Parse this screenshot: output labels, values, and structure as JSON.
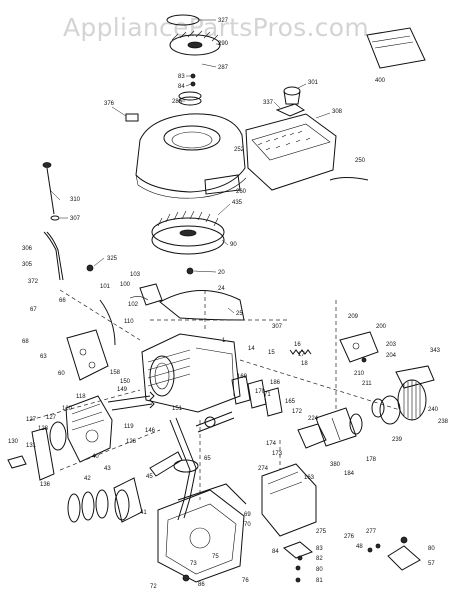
{
  "watermark": "AppliancePartsPros.com",
  "parts": [
    {
      "id": "p327",
      "label": "327"
    },
    {
      "id": "p290",
      "label": "290"
    },
    {
      "id": "p287",
      "label": "287"
    },
    {
      "id": "p83",
      "label": "83"
    },
    {
      "id": "p84",
      "label": "84"
    },
    {
      "id": "p286",
      "label": "286"
    },
    {
      "id": "p376",
      "label": "376"
    },
    {
      "id": "p400",
      "label": "400"
    },
    {
      "id": "p301",
      "label": "301"
    },
    {
      "id": "p337",
      "label": "337"
    },
    {
      "id": "p308",
      "label": "308"
    },
    {
      "id": "p252",
      "label": "252"
    },
    {
      "id": "p260",
      "label": "260"
    },
    {
      "id": "p250",
      "label": "250"
    },
    {
      "id": "p310",
      "label": "310"
    },
    {
      "id": "p307",
      "label": "307"
    },
    {
      "id": "p435",
      "label": "435"
    },
    {
      "id": "p306",
      "label": "306"
    },
    {
      "id": "p305",
      "label": "305"
    },
    {
      "id": "p90",
      "label": "90"
    },
    {
      "id": "p325",
      "label": "325"
    },
    {
      "id": "p372",
      "label": "372"
    },
    {
      "id": "p20",
      "label": "20"
    },
    {
      "id": "p103",
      "label": "103"
    },
    {
      "id": "p100",
      "label": "100"
    },
    {
      "id": "p101",
      "label": "101"
    },
    {
      "id": "p102",
      "label": "102"
    },
    {
      "id": "p25",
      "label": "25"
    },
    {
      "id": "p67",
      "label": "67"
    },
    {
      "id": "p66",
      "label": "66"
    },
    {
      "id": "p110",
      "label": "110"
    },
    {
      "id": "p68",
      "label": "68"
    },
    {
      "id": "p63",
      "label": "63"
    },
    {
      "id": "p60",
      "label": "60"
    },
    {
      "id": "p209",
      "label": "209"
    },
    {
      "id": "p200",
      "label": "200"
    },
    {
      "id": "p203",
      "label": "203"
    },
    {
      "id": "p204",
      "label": "204"
    },
    {
      "id": "p343",
      "label": "343"
    },
    {
      "id": "p210",
      "label": "210"
    },
    {
      "id": "p211",
      "label": "211"
    },
    {
      "id": "p307b",
      "label": "307"
    },
    {
      "id": "p16",
      "label": "16"
    },
    {
      "id": "p17",
      "label": "17"
    },
    {
      "id": "p18",
      "label": "18"
    },
    {
      "id": "p15",
      "label": "15"
    },
    {
      "id": "p14",
      "label": "14"
    },
    {
      "id": "p1",
      "label": "1"
    },
    {
      "id": "p169",
      "label": "169"
    },
    {
      "id": "p186",
      "label": "186"
    },
    {
      "id": "p170",
      "label": "170"
    },
    {
      "id": "p71",
      "label": "71"
    },
    {
      "id": "p165",
      "label": "165"
    },
    {
      "id": "p172",
      "label": "172"
    },
    {
      "id": "p224",
      "label": "224"
    },
    {
      "id": "p238",
      "label": "238"
    },
    {
      "id": "p240",
      "label": "240"
    },
    {
      "id": "p239",
      "label": "239"
    },
    {
      "id": "p178",
      "label": "178"
    },
    {
      "id": "p174",
      "label": "174"
    },
    {
      "id": "p173",
      "label": "173"
    },
    {
      "id": "p380",
      "label": "380"
    },
    {
      "id": "p184",
      "label": "184"
    },
    {
      "id": "p274",
      "label": "274"
    },
    {
      "id": "p163",
      "label": "163"
    },
    {
      "id": "p149",
      "label": "149"
    },
    {
      "id": "p150",
      "label": "150"
    },
    {
      "id": "p151",
      "label": "151"
    },
    {
      "id": "p158",
      "label": "158"
    },
    {
      "id": "p127a",
      "label": "127"
    },
    {
      "id": "p127b",
      "label": "127"
    },
    {
      "id": "p128",
      "label": "128"
    },
    {
      "id": "p118",
      "label": "118"
    },
    {
      "id": "p120",
      "label": "120"
    },
    {
      "id": "p119",
      "label": "119"
    },
    {
      "id": "p130",
      "label": "130"
    },
    {
      "id": "p131",
      "label": "131"
    },
    {
      "id": "p126",
      "label": "126"
    },
    {
      "id": "p146",
      "label": "146"
    },
    {
      "id": "p40",
      "label": "40"
    },
    {
      "id": "p43",
      "label": "43"
    },
    {
      "id": "p45",
      "label": "45"
    },
    {
      "id": "p42",
      "label": "42"
    },
    {
      "id": "p41",
      "label": "41"
    },
    {
      "id": "p136",
      "label": "136"
    },
    {
      "id": "p65",
      "label": "65"
    },
    {
      "id": "p69",
      "label": "69"
    },
    {
      "id": "p70",
      "label": "70"
    },
    {
      "id": "p72",
      "label": "72"
    },
    {
      "id": "p73",
      "label": "73"
    },
    {
      "id": "p75",
      "label": "75"
    },
    {
      "id": "p76",
      "label": "76"
    },
    {
      "id": "p86",
      "label": "86"
    },
    {
      "id": "p275",
      "label": "275"
    },
    {
      "id": "p276",
      "label": "276"
    },
    {
      "id": "p277",
      "label": "277"
    },
    {
      "id": "p84b",
      "label": "84"
    },
    {
      "id": "p83b",
      "label": "83"
    },
    {
      "id": "p82",
      "label": "82"
    },
    {
      "id": "p80a",
      "label": "80"
    },
    {
      "id": "p81",
      "label": "81"
    },
    {
      "id": "p48",
      "label": "48"
    },
    {
      "id": "p80b",
      "label": "80"
    },
    {
      "id": "p57",
      "label": "57"
    },
    {
      "id": "p24",
      "label": "24"
    }
  ]
}
